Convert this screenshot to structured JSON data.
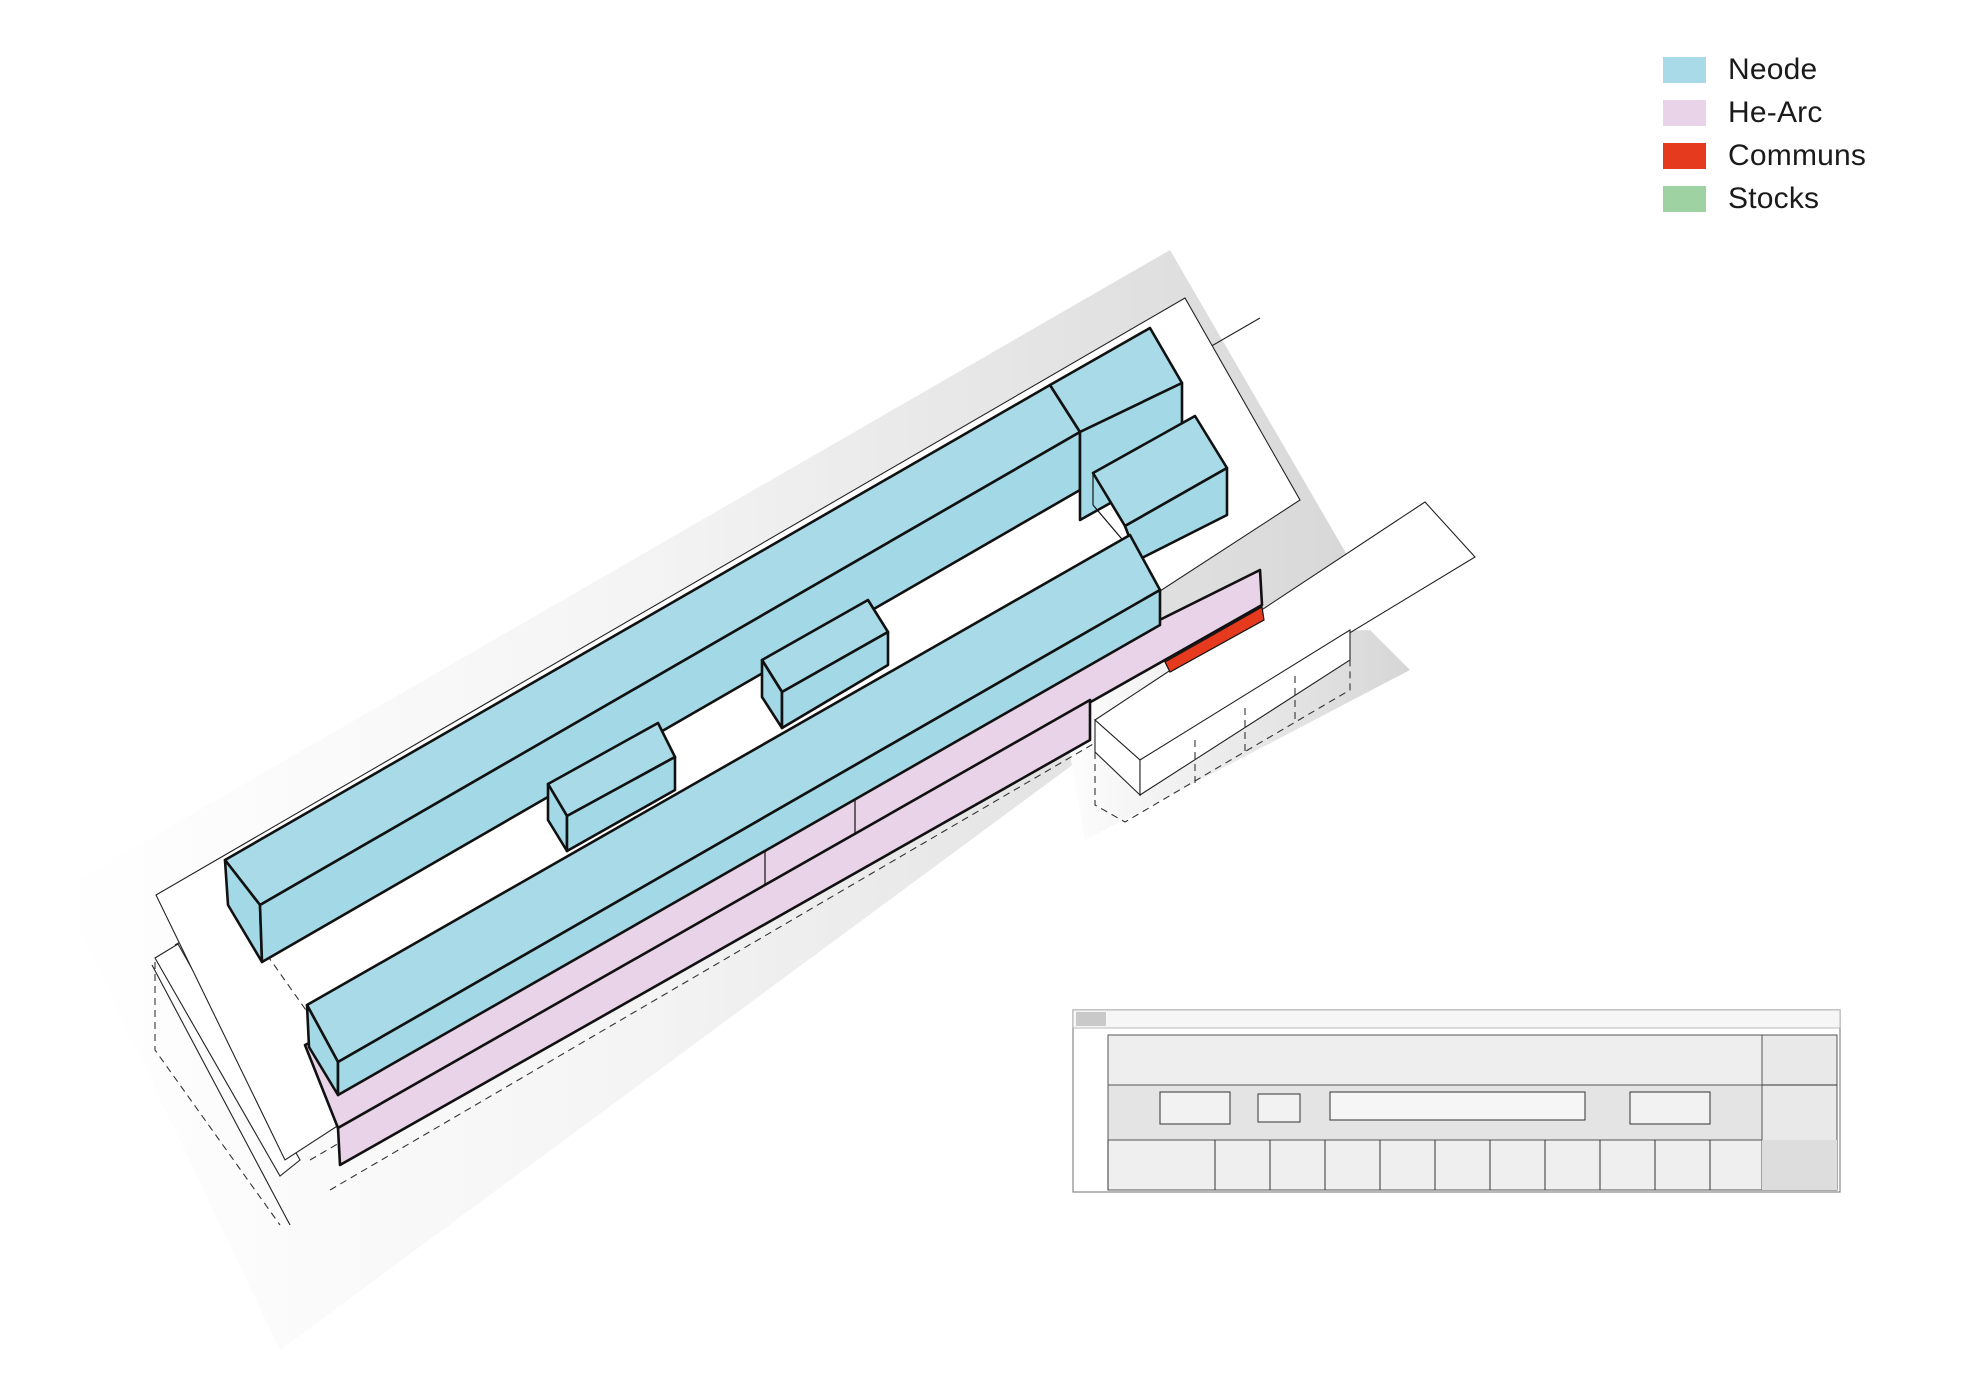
{
  "legend": {
    "items": [
      {
        "label": "Neode",
        "color": "#a8dbe7"
      },
      {
        "label": "He-Arc",
        "color": "#e9d3e8"
      },
      {
        "label": "Communs",
        "color": "#e53a1e"
      },
      {
        "label": "Stocks",
        "color": "#9ed2a2"
      }
    ]
  },
  "colors": {
    "neode_top": "#a8dbe7",
    "neode_side": "#a3d9e6",
    "hearc": "#e9d3e8",
    "communs": "#e53a1e",
    "shadow": "#d9d9d9",
    "plan_floor": "#eeeeee"
  }
}
